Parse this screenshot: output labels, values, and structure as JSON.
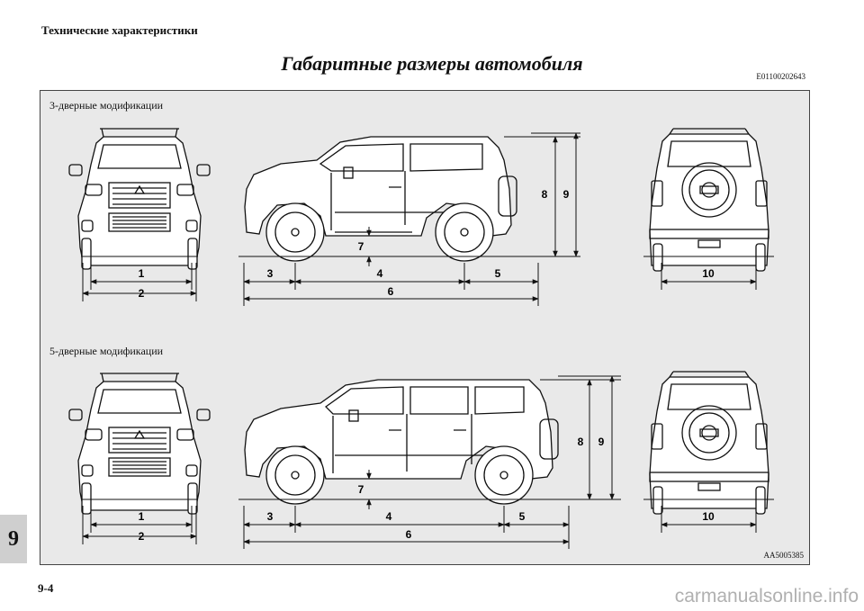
{
  "header": "Технические характеристики",
  "title": "Габаритные размеры автомобиля",
  "doc_code": "E01100202643",
  "figure": {
    "caption_3door": "3-дверные модификации",
    "caption_5door": "5-дверные модификации",
    "figure_code": "AA5005385",
    "dims_top": {
      "d1": "1",
      "d2": "2",
      "d3": "3",
      "d4": "4",
      "d5": "5",
      "d6": "6",
      "d7": "7",
      "d8": "8",
      "d9": "9",
      "d10": "10"
    },
    "dims_bottom": {
      "d1": "1",
      "d2": "2",
      "d3": "3",
      "d4": "4",
      "d5": "5",
      "d6": "6",
      "d7": "7",
      "d8": "8",
      "d9": "9",
      "d10": "10"
    }
  },
  "section_tab": "9",
  "page_number": "9-4",
  "watermark": "carmanualsonline.info"
}
